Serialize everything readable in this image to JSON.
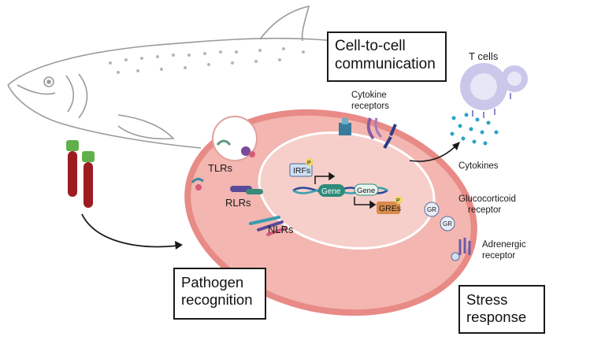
{
  "labels": {
    "cell_to_cell_line1": "Cell-to-cell",
    "cell_to_cell_line2": "communication",
    "pathogen_line1": "Pathogen",
    "pathogen_line2": "recognition",
    "stress_line1": "Stress",
    "stress_line2": "response",
    "t_cells": "T cells",
    "cytokine_receptors_line1": "Cytokine",
    "cytokine_receptors_line2": "receptors",
    "cytokines": "Cytokines",
    "tlrs": "TLRs",
    "rlrs": "RLRs",
    "nlrs": "NLRs",
    "irfs": "IRFs",
    "gene_1": "Gene",
    "gene_2": "Gene",
    "gres": "GREs",
    "phospho": "P",
    "gr_1": "GR",
    "gr_2": "GR",
    "glucocorticoid_line1": "Glucocorticoid",
    "glucocorticoid_line2": "receptor",
    "adrenergic_line1": "Adrenergic",
    "adrenergic_line2": "receptor"
  },
  "colors": {
    "cell_membrane": "#e88a86",
    "cytoplasm": "#f3b6b0",
    "nucleus": "#f6cfca",
    "t_cell": "#c9c7ea",
    "cytokine_dots": "#2aa4c8",
    "blood_tube": "#9c1c22",
    "tube_cap": "#5fb04a",
    "gene": "#2e8b7a",
    "gres": "#d98a4a"
  },
  "icons": [
    "salmon-outline",
    "blood-tube-icon",
    "dna-icon",
    "t-cell-icon",
    "receptor-icon"
  ]
}
